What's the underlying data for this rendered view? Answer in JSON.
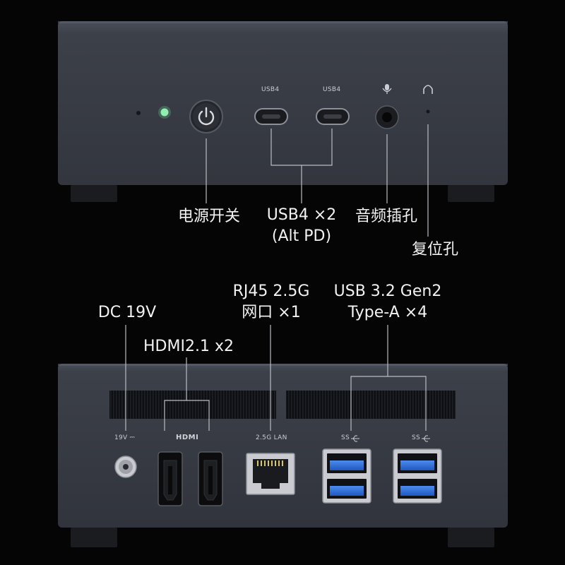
{
  "front_panel": {
    "usb4_label_1": "USB4",
    "usb4_label_2": "USB4",
    "mic_icon": "microphone-icon",
    "headphone_icon": "headphone-icon",
    "power_icon": "power-icon",
    "led_color": "#6fe39a"
  },
  "front_callouts": {
    "power": "电源开关",
    "usb4_line1": "USB4 ×2",
    "usb4_line2": "(Alt PD)",
    "audio": "音频插孔",
    "reset": "复位孔"
  },
  "rear_callouts": {
    "dc": "DC 19V",
    "hdmi": "HDMI2.1 x2",
    "rj45_line1": "RJ45 2.5G",
    "rj45_line2": "网口 ×1",
    "usb_line1": "USB 3.2 Gen2",
    "usb_line2": "Type-A ×4"
  },
  "rear_panel": {
    "dc_label": "19V ⎓",
    "hdmi_logo": "HDMI",
    "lan_label": "2.5G LAN",
    "ss_label_1": "SS",
    "ss_label_2": "SS",
    "usb_icon": "usb-superspeed-icon"
  },
  "colors": {
    "chassis": "#3a3e47",
    "usb3_blue": "#2f6fd8"
  }
}
